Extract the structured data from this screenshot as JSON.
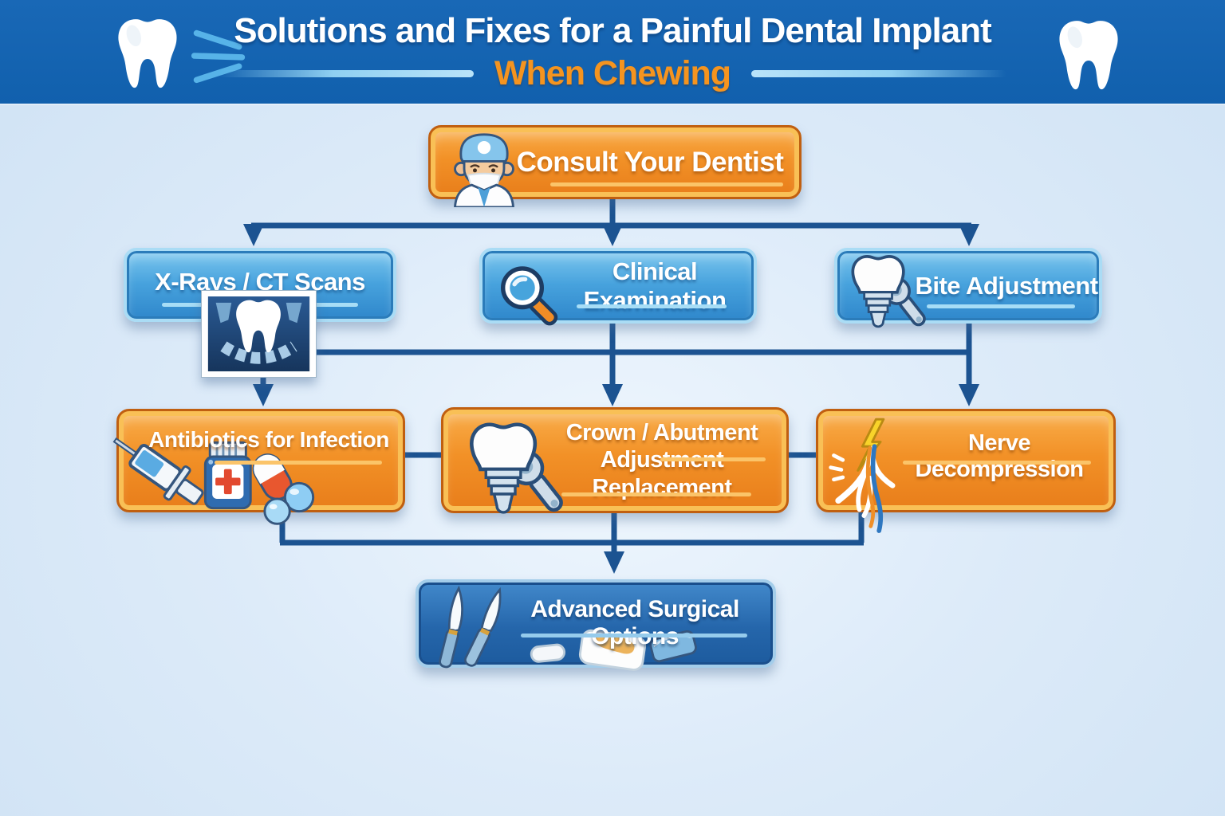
{
  "header": {
    "title": "Solutions and Fixes for a Painful Dental Implant",
    "subtitle": "When Chewing"
  },
  "nodes": {
    "consult": {
      "label": "Consult Your Dentist",
      "icon": "dentist-icon"
    },
    "xrays": {
      "label": "X-Rays / CT Scans",
      "icon": "dental-xray-image"
    },
    "clinical": {
      "label": "Clinical Examination",
      "icon": "magnifier-icon"
    },
    "bite": {
      "label": "Bite Adjustment",
      "icon": "implant-wrench-icon"
    },
    "antibiotics": {
      "label": "Antibiotics for Infection",
      "icon": "syringe-medicine-icon"
    },
    "crown": {
      "line1": "Crown / Abutment Adjustment",
      "line2": "Replacement",
      "icon": "implant-wrench-icon"
    },
    "nerve": {
      "label": "Nerve Decompression",
      "icon": "nerve-lightning-icon"
    },
    "surgical": {
      "label": "Advanced Surgical Options",
      "icon": "scalpel-tools-icon"
    }
  },
  "decorations": {
    "header_left_icon": "tooth-icon",
    "header_right_icon": "tooth-icon",
    "title_rays_icon": "speed-lines-icon"
  },
  "colors": {
    "banner_blue": "#1968b6",
    "subtitle_orange": "#f5941f",
    "box_orange": "#f29127",
    "box_blue": "#47a2dd",
    "box_navy": "#2566ab",
    "connector_blue": "#1c5391",
    "background": "#d8e8f7"
  }
}
